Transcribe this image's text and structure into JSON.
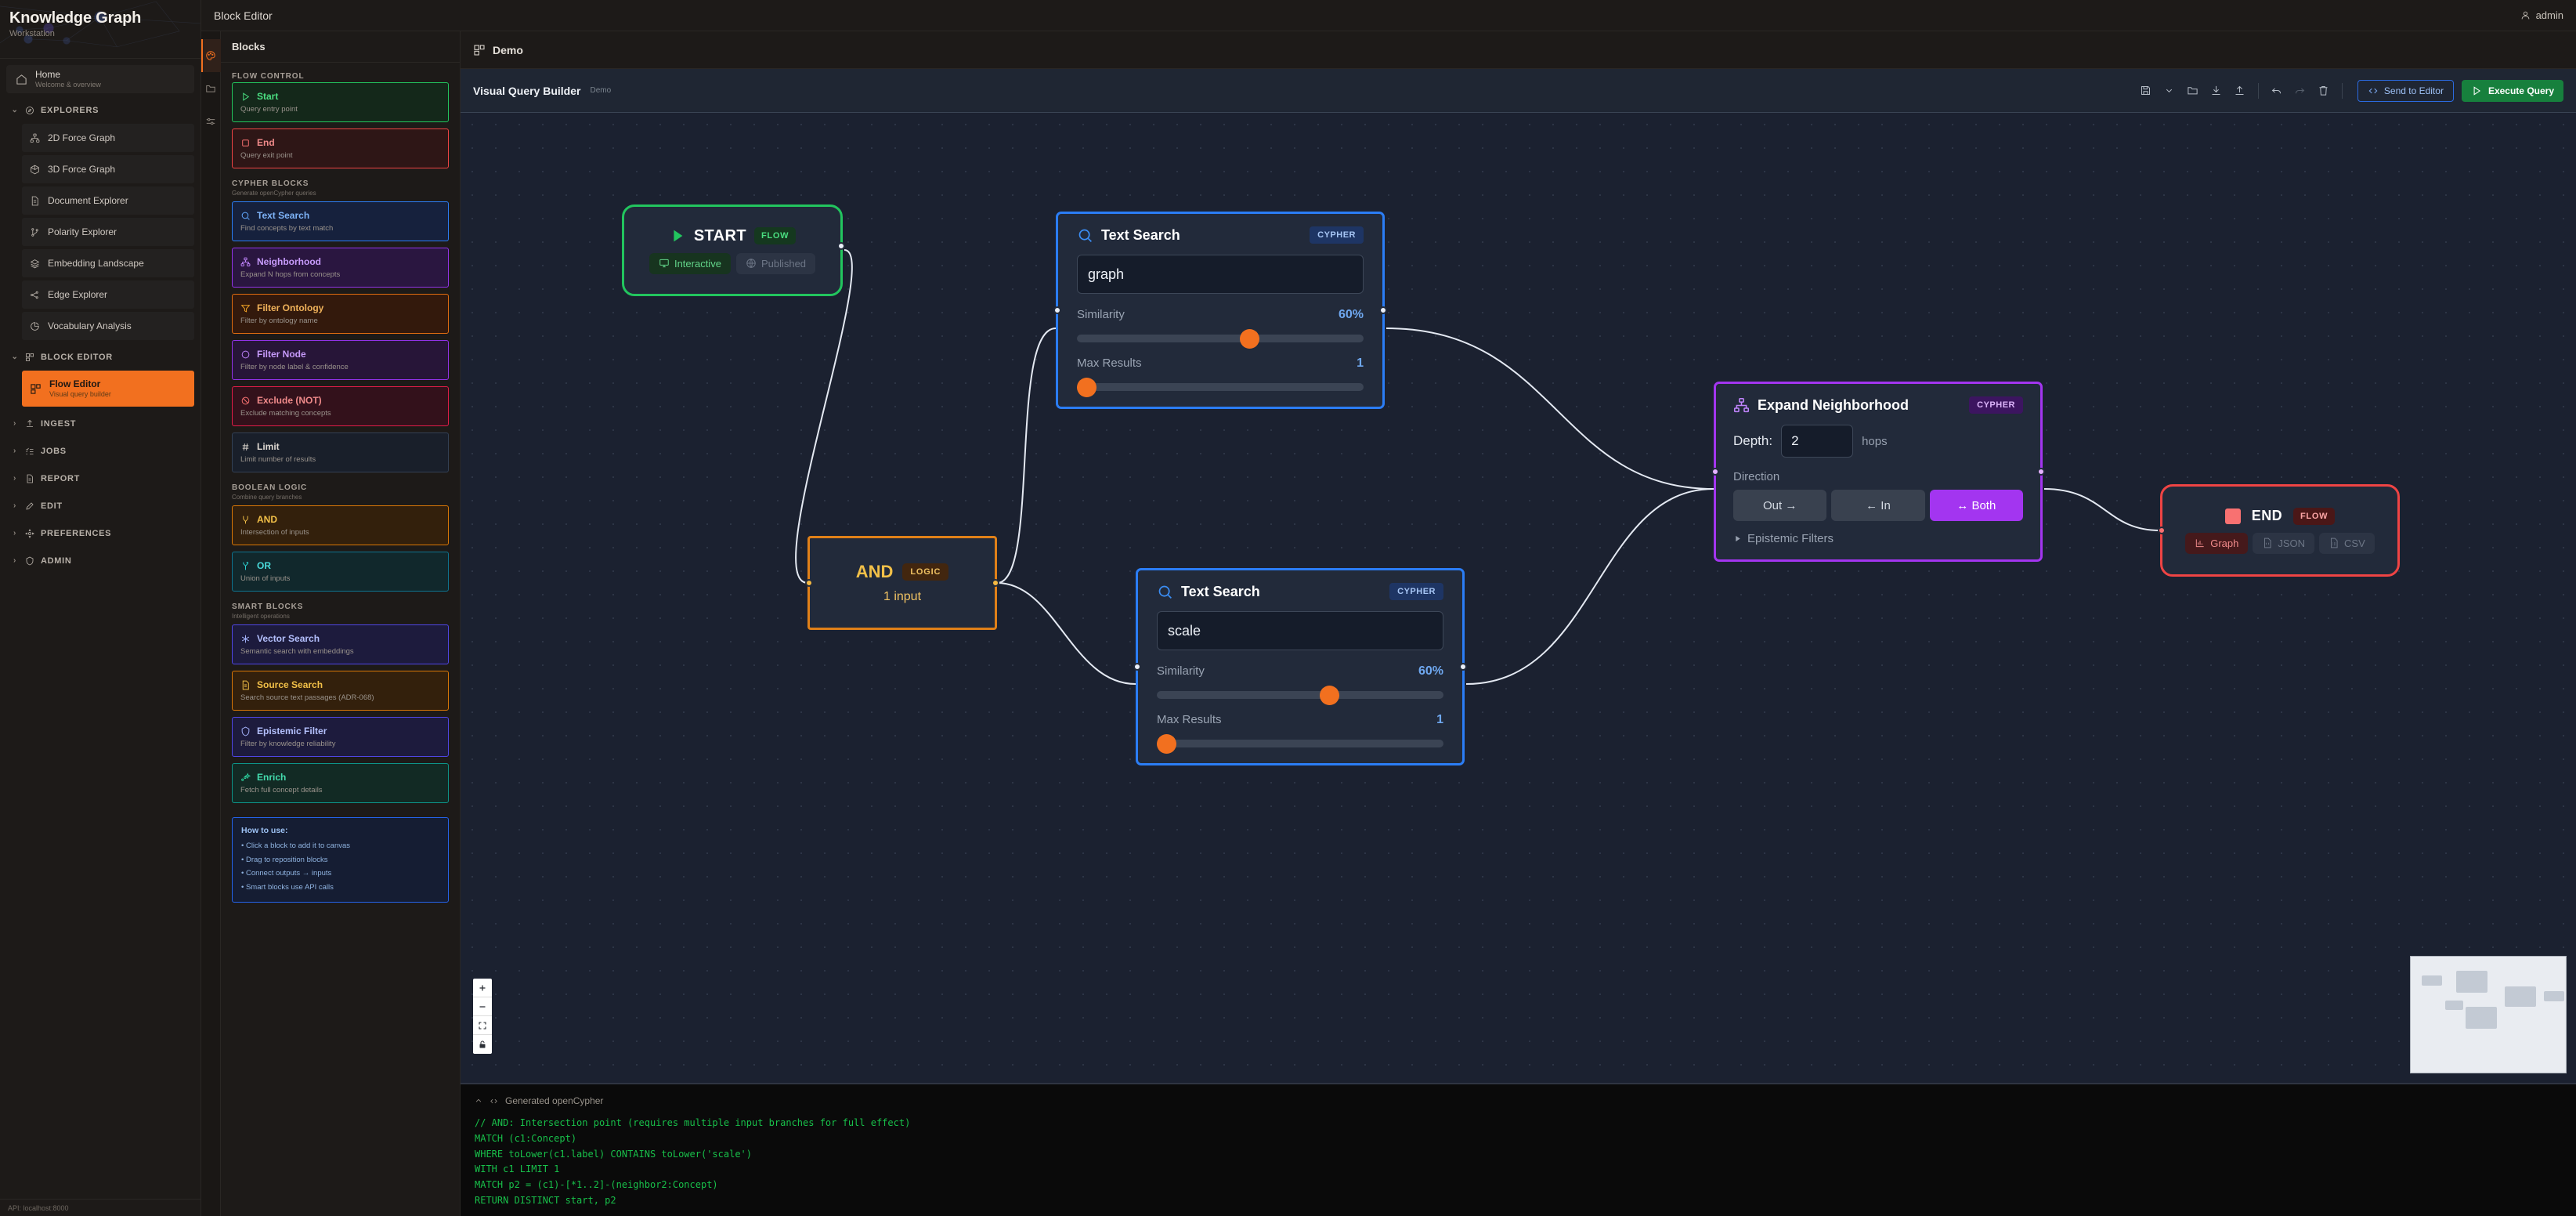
{
  "sidebar": {
    "brand_title": "Knowledge Graph",
    "brand_subtitle": "Workstation",
    "home": {
      "label": "Home",
      "sub": "Welcome & overview"
    },
    "groups": [
      {
        "label": "EXPLORERS",
        "expanded": true,
        "items": [
          {
            "label": "2D Force Graph"
          },
          {
            "label": "3D Force Graph"
          },
          {
            "label": "Document Explorer"
          },
          {
            "label": "Polarity Explorer"
          },
          {
            "label": "Embedding Landscape"
          },
          {
            "label": "Edge Explorer"
          },
          {
            "label": "Vocabulary Analysis"
          }
        ]
      },
      {
        "label": "BLOCK EDITOR",
        "expanded": true,
        "items": [
          {
            "label": "Flow Editor",
            "sub": "Visual query builder",
            "active": true
          }
        ]
      },
      {
        "label": "INGEST",
        "expanded": false,
        "items": []
      },
      {
        "label": "JOBS",
        "expanded": false,
        "items": []
      },
      {
        "label": "REPORT",
        "expanded": false,
        "items": []
      },
      {
        "label": "EDIT",
        "expanded": false,
        "items": []
      },
      {
        "label": "PREFERENCES",
        "expanded": false,
        "items": []
      },
      {
        "label": "ADMIN",
        "expanded": false,
        "items": []
      }
    ],
    "footer": "API: localhost:8000"
  },
  "topbar": {
    "title": "Block Editor",
    "user": "admin"
  },
  "breadcrumb": {
    "label": "Demo"
  },
  "vqb": {
    "title": "Visual Query Builder",
    "badge": "Demo",
    "save_label": "save-icon",
    "send_label": "Send to Editor",
    "execute_label": "Execute Query"
  },
  "blocks_panel": {
    "header": "Blocks",
    "categories": [
      {
        "label": "FLOW CONTROL",
        "sub": "",
        "blocks": [
          {
            "name": "Start",
            "desc": "Query entry point",
            "icon": "play-icon",
            "color": "#22c55e",
            "bg": "#14281a"
          },
          {
            "name": "End",
            "desc": "Query exit point",
            "icon": "square-icon",
            "color": "#f87171",
            "bg": "#2e1616"
          }
        ]
      },
      {
        "label": "CYPHER BLOCKS",
        "sub": "Generate openCypher queries",
        "blocks": [
          {
            "name": "Text Search",
            "desc": "Find concepts by text match",
            "icon": "search-icon",
            "color": "#60a5fa",
            "bg": "#16213d"
          },
          {
            "name": "Neighborhood",
            "desc": "Expand N hops from concepts",
            "icon": "hierarchy-icon",
            "color": "#c084fc",
            "bg": "#2a1640"
          },
          {
            "name": "Filter Ontology",
            "desc": "Filter by ontology name",
            "icon": "funnel-icon",
            "color": "#f5a524",
            "bg": "#33190c"
          },
          {
            "name": "Filter Node",
            "desc": "Filter by node label & confidence",
            "icon": "circle-icon",
            "color": "#c084fc",
            "bg": "#271538"
          },
          {
            "name": "Exclude (NOT)",
            "desc": "Exclude matching concepts",
            "icon": "ban-icon",
            "color": "#f87171",
            "bg": "#33111b"
          },
          {
            "name": "Limit",
            "desc": "Limit number of results",
            "icon": "hash-icon",
            "color": "#d8d2cb",
            "bg": "#191f2a"
          }
        ]
      },
      {
        "label": "BOOLEAN LOGIC",
        "sub": "Combine query branches",
        "blocks": [
          {
            "name": "AND",
            "desc": "Intersection of inputs",
            "icon": "merge-icon",
            "color": "#f2c048",
            "bg": "#33200c"
          },
          {
            "name": "OR",
            "desc": "Union of inputs",
            "icon": "split-icon",
            "color": "#2dd4d4",
            "bg": "#11282c"
          }
        ]
      },
      {
        "label": "SMART BLOCKS",
        "sub": "Intelligent operations",
        "blocks": [
          {
            "name": "Vector Search",
            "desc": "Semantic search with embeddings",
            "icon": "asterisk-icon",
            "color": "#a5b4fc",
            "bg": "#1d1b3d"
          },
          {
            "name": "Source Search",
            "desc": "Search source text passages (ADR-068)",
            "icon": "document-icon",
            "color": "#f2c048",
            "bg": "#33200c"
          },
          {
            "name": "Epistemic Filter",
            "desc": "Filter by knowledge reliability",
            "icon": "shield-icon",
            "color": "#a5b4fc",
            "bg": "#1d1b3d"
          },
          {
            "name": "Enrich",
            "desc": "Fetch full concept details",
            "icon": "sparkle-icon",
            "color": "#2dd4a0",
            "bg": "#122a24"
          }
        ]
      }
    ],
    "howto": {
      "title": "How to use:",
      "items": [
        "• Click a block to add it to canvas",
        "• Drag to reposition blocks",
        "• Connect outputs → inputs",
        "• Smart blocks use API calls"
      ]
    }
  },
  "canvas": {
    "nodes": {
      "start": {
        "label": "START",
        "badge": "FLOW",
        "options": [
          {
            "label": "Interactive",
            "icon": "monitor-icon",
            "active": true
          },
          {
            "label": "Published",
            "icon": "globe-icon",
            "active": false
          }
        ]
      },
      "text_search_1": {
        "title": "Text Search",
        "badge": "CYPHER",
        "query": "graph",
        "similarity_label": "Similarity",
        "similarity_value": "60%",
        "similarity_pct": 60,
        "max_results_label": "Max Results",
        "max_results_value": "1",
        "max_results_pct": 2
      },
      "text_search_2": {
        "title": "Text Search",
        "badge": "CYPHER",
        "query": "scale",
        "similarity_label": "Similarity",
        "similarity_value": "60%",
        "similarity_pct": 60,
        "max_results_label": "Max Results",
        "max_results_value": "1",
        "max_results_pct": 2
      },
      "and": {
        "label": "AND",
        "badge": "LOGIC",
        "sub": "1 input"
      },
      "expand": {
        "title": "Expand Neighborhood",
        "badge": "CYPHER",
        "depth_label": "Depth:",
        "depth_value": "2",
        "depth_unit": "hops",
        "direction_label": "Direction",
        "directions": [
          {
            "label": "Out →",
            "selected": false
          },
          {
            "label": "← In",
            "selected": false
          },
          {
            "label": "↔ Both",
            "selected": true
          }
        ],
        "epistemic_label": "Epistemic Filters"
      },
      "end": {
        "label": "END",
        "badge": "FLOW",
        "options": [
          {
            "label": "Graph",
            "icon": "chart-icon",
            "active": true
          },
          {
            "label": "JSON",
            "icon": "json-file-icon",
            "active": false
          },
          {
            "label": "CSV",
            "icon": "csv-file-icon",
            "active": false
          }
        ]
      }
    },
    "zoom_controls": [
      "zoom-in-icon",
      "zoom-out-icon",
      "fit-view-icon",
      "lock-icon"
    ]
  },
  "cypher_panel": {
    "header": "Generated openCypher",
    "code": "// AND: Intersection point (requires multiple input branches for full effect)\nMATCH (c1:Concept)\nWHERE toLower(c1.label) CONTAINS toLower('scale')\nWITH c1 LIMIT 1\nMATCH p2 = (c1)-[*1..2]-(neighbor2:Concept)\nRETURN DISTINCT start, p2"
  }
}
